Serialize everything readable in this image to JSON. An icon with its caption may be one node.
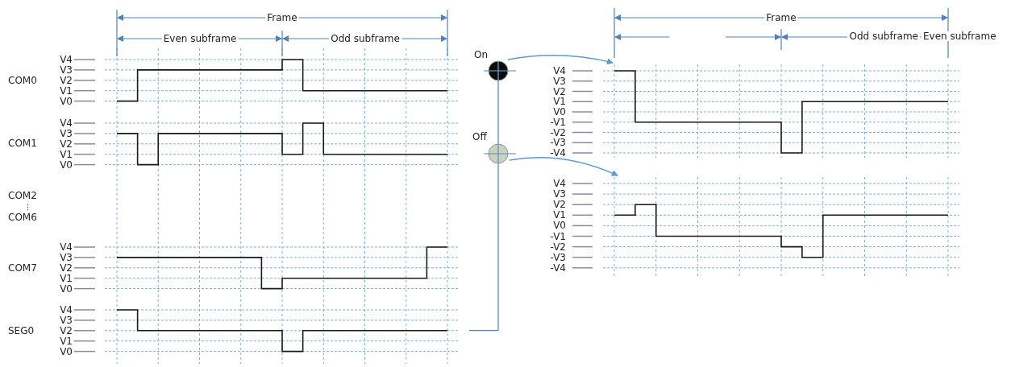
{
  "diagram": {
    "nodes": [
      {
        "text": [
          "On"
        ]
      },
      {
        "text": [
          "Off"
        ]
      },
      {
        "text": [],
        "shape": "waveform"
      },
      {
        "text": [],
        "shape": "waveform"
      }
    ],
    "edges": [
      {
        "from": 0,
        "to": 2,
        "arrow": "to"
      },
      {
        "from": 1,
        "to": 3,
        "arrow": "to"
      }
    ],
    "labels": [
      "Frame",
      "Even subframe",
      "Odd subframe",
      "COM0",
      "V4",
      "V3",
      "V2",
      "V1",
      "V0",
      "COM1",
      "V4",
      "V3",
      "V2",
      "V1",
      "V0",
      "COM2",
      "⋮",
      "COM6",
      "COM7",
      "V4",
      "V3",
      "V2",
      "V1",
      "V0",
      "SEG0",
      "V4",
      "V3",
      "V2",
      "V1",
      "V0",
      "Frame",
      "Odd subframe",
      "Even subframe",
      "V4",
      "V3",
      "V2",
      "V1",
      "V0",
      "-V1",
      "-V2",
      "-V3",
      "-V4",
      "V4",
      "V3",
      "V2",
      "V1",
      "V0",
      "-V1",
      "-V2",
      "-V3",
      "-V4"
    ]
  }
}
